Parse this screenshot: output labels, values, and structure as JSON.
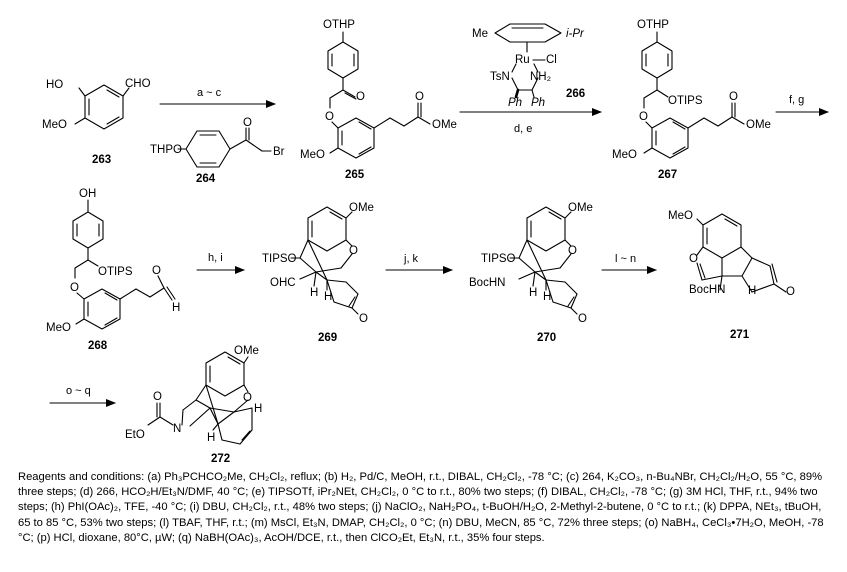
{
  "compounds": {
    "c263": {
      "number": "263",
      "labels": [
        "HO",
        "CHO",
        "MeO"
      ]
    },
    "c264": {
      "number": "264",
      "labels": [
        "THPO",
        "O",
        "Br"
      ]
    },
    "c265": {
      "number": "265",
      "labels": [
        "OTHP",
        "O",
        "O",
        "O",
        "OMe",
        "MeO"
      ]
    },
    "c266": {
      "number": "266",
      "labels": [
        "Me",
        "i-Pr",
        "Ru",
        "Cl",
        "TsN",
        "NH₂",
        "Ph",
        "Ph"
      ]
    },
    "c267": {
      "number": "267",
      "labels": [
        "OTHP",
        "OTIPS",
        "O",
        "O",
        "OMe",
        "MeO"
      ]
    },
    "c268": {
      "number": "268",
      "labels": [
        "OH",
        "OTIPS",
        "O",
        "O",
        "H",
        "MeO"
      ]
    },
    "c269": {
      "number": "269",
      "labels": [
        "OMe",
        "TIPSO",
        "O",
        "OHC",
        "H",
        "H",
        "O"
      ]
    },
    "c270": {
      "number": "270",
      "labels": [
        "OMe",
        "TIPSO",
        "O",
        "BocHN",
        "H",
        "H",
        "O"
      ]
    },
    "c271": {
      "number": "271",
      "labels": [
        "MeO",
        "O",
        "BocHN",
        "H",
        "O"
      ]
    },
    "c272": {
      "number": "272",
      "labels": [
        "OMe",
        "O",
        "O",
        "EtO",
        "N",
        "H",
        "H"
      ]
    }
  },
  "arrows": {
    "a1": {
      "above": "a ~ c",
      "below": ""
    },
    "a2": {
      "above": "",
      "below": "d, e"
    },
    "a3": {
      "above": "f, g",
      "below": ""
    },
    "a4": {
      "above": "h, i",
      "below": ""
    },
    "a5": {
      "above": "j, k",
      "below": ""
    },
    "a6": {
      "above": "l ~ n",
      "below": ""
    },
    "a7": {
      "above": "o ~ q",
      "below": ""
    }
  },
  "reagents_text": "Reagents and conditions: (a) Ph₃PCHCO₂Me, CH₂Cl₂, reflux; (b) H₂, Pd/C, MeOH, r.t., DIBAL, CH₂Cl₂, -78 °C; (c) 264, K₂CO₃, n-Bu₄NBr, CH₂Cl₂/H₂O, 55 °C, 89% three steps; (d) 266, HCO₂H/Et₃N/DMF, 40 °C; (e) TIPSOTf, iPr₂NEt, CH₂Cl₂, 0 °C to r.t., 80% two steps; (f) DIBAL, CH₂Cl₂, -78 °C; (g) 3M HCl, THF, r.t., 94% two steps; (h) PhI(OAc)₂, TFE, -40 °C; (i) DBU, CH₂Cl₂, r.t., 48% two steps; (j) NaClO₂, NaH₂PO₄, t-BuOH/H₂O, 2-Methyl-2-butene, 0 °C to r.t.; (k) DPPA, NEt₃, tBuOH, 65 to 85 °C, 53% two steps; (l) TBAF, THF, r.t.; (m) MsCl, Et₃N, DMAP, CH₂Cl₂, 0 °C; (n) DBU, MeCN, 85 °C, 72% three steps; (o) NaBH₄, CeCl₃•7H₂O, MeOH, -78 °C; (p) HCl, dioxane, 80°C, µW; (q) NaBH(OAc)₃, AcOH/DCE, r.t., then ClCO₂Et, Et₃N, r.t., 35% four steps."
}
